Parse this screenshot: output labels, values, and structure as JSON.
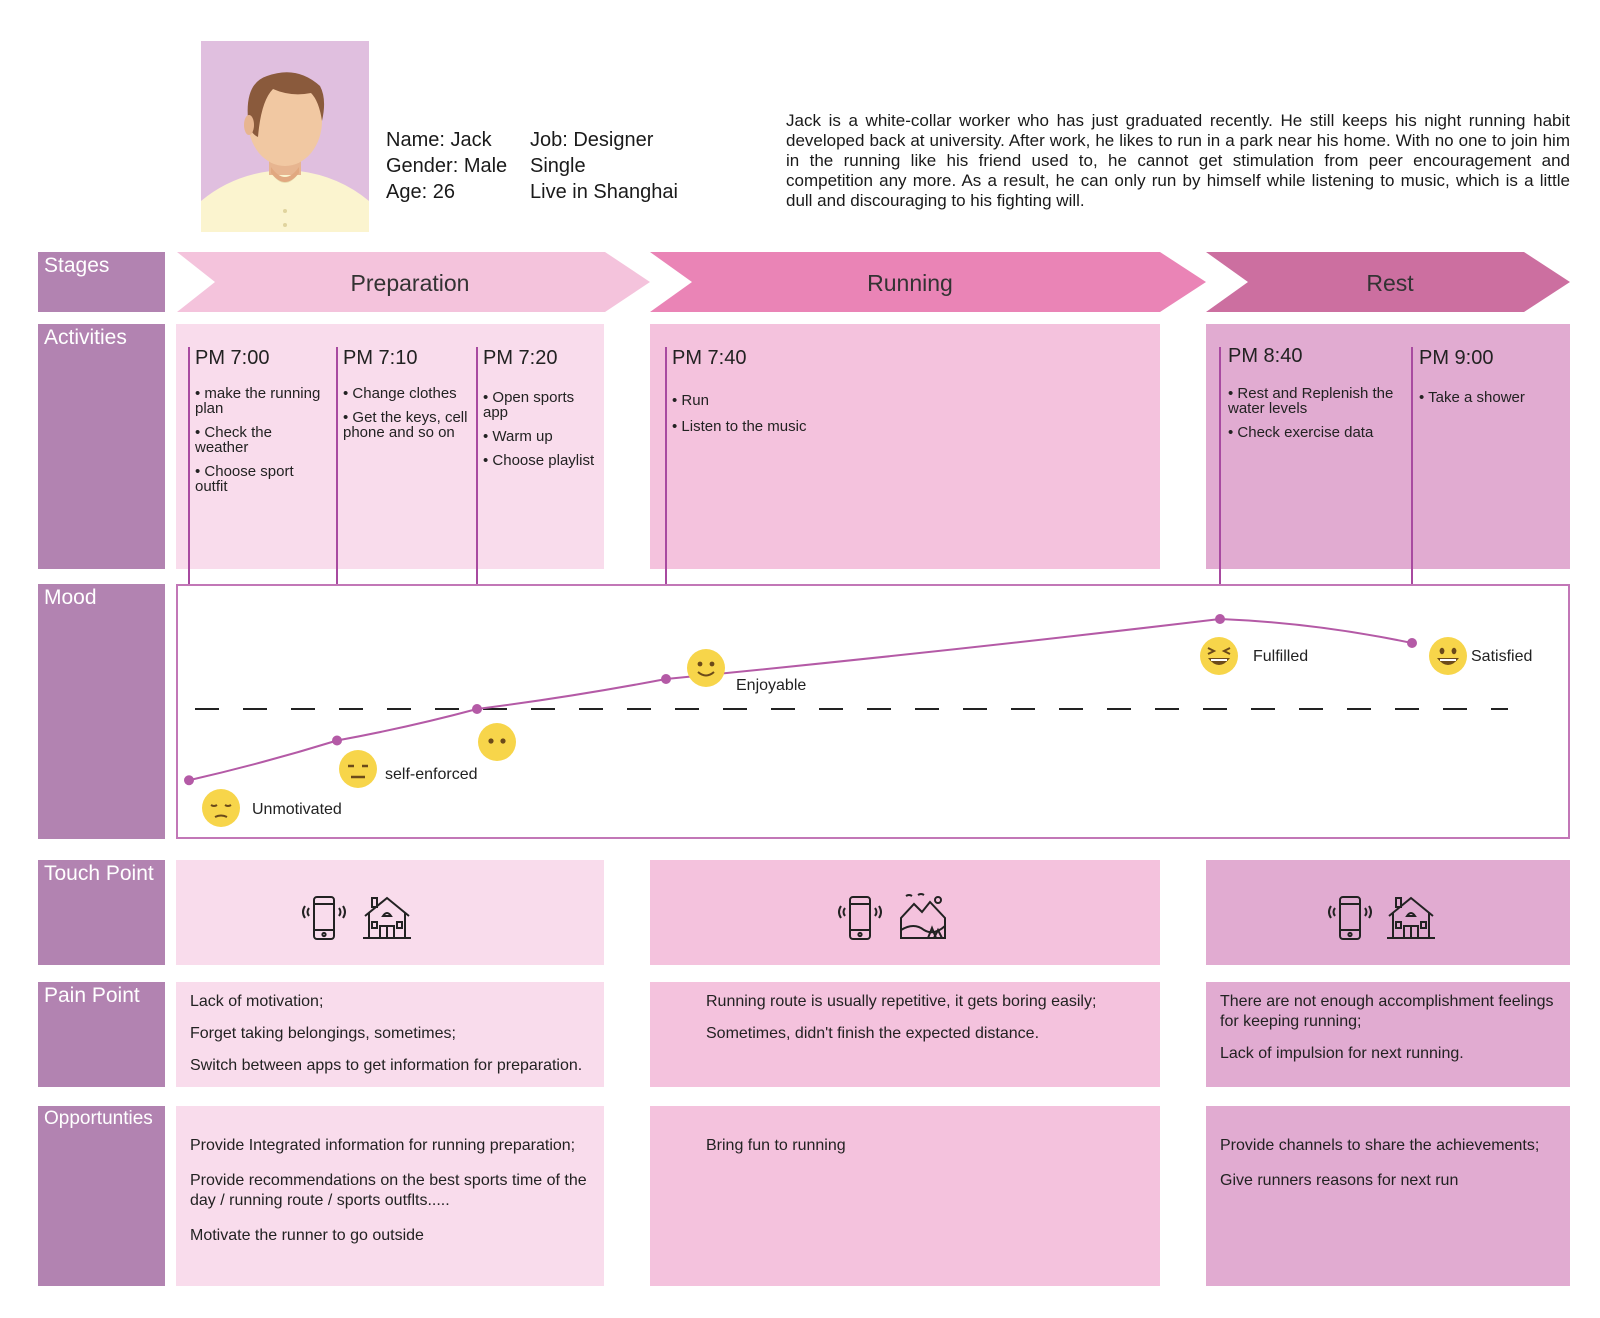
{
  "persona": {
    "name": "Name: Jack",
    "gender": "Gender: Male",
    "age": "Age: 26",
    "job": "Job: Designer",
    "status": "Single",
    "location": "Live in Shanghai",
    "bio": "Jack is a white-collar worker who has just graduated recently. He still keeps his night running habit developed back at university. After work, he likes to run in a park near his home. With no one to join him in the running like his friend used to, he cannot get stimulation from peer encouragement and competition any more. As a result, he can only run by himself while listening to music, which is a little dull and discouraging to his fighting will."
  },
  "rows": {
    "stages": "Stages",
    "activities": "Activities",
    "mood": "Mood",
    "touch_point": "Touch Point",
    "pain_point": "Pain Point",
    "opportunities": "Opportunties"
  },
  "stages": [
    "Preparation",
    "Running",
    "Rest"
  ],
  "activities": [
    {
      "time": "PM 7:00",
      "items": [
        "• make the running plan",
        "• Check the weather",
        "• Choose sport outfit"
      ]
    },
    {
      "time": "PM 7:10",
      "items": [
        "• Change clothes",
        "• Get the keys, cell phone and so on"
      ]
    },
    {
      "time": "PM 7:20",
      "items": [
        "• Open sports app",
        "• Warm up",
        "• Choose playlist"
      ]
    },
    {
      "time": "PM 7:40",
      "items": [
        "• Run",
        "• Listen to the music"
      ]
    },
    {
      "time": "PM 8:40",
      "items": [
        "• Rest and Replenish the water levels",
        "• Check exercise data"
      ]
    },
    {
      "time": "PM 9:00",
      "items": [
        "• Take a shower"
      ]
    }
  ],
  "mood": {
    "labels": [
      "Unmotivated",
      "self-enforced",
      "",
      "Enjoyable",
      "Fulfilled",
      "Satisfied"
    ],
    "level": [
      -0.95,
      -0.42,
      0.0,
      0.4,
      1.2,
      0.88
    ]
  },
  "touch_points": [
    [
      "smartphone-icon",
      "house-icon"
    ],
    [
      "smartphone-icon",
      "landscape-icon"
    ],
    [
      "smartphone-icon",
      "house-icon"
    ]
  ],
  "pain_points": [
    [
      "Lack of motivation;",
      "Forget taking belongings, sometimes;",
      "Switch between apps to get information for preparation."
    ],
    [
      "Running route is usually repetitive, it gets boring easily;",
      "Sometimes, didn't finish the expected distance."
    ],
    [
      "There are not enough accomplishment feelings for keeping running;",
      "Lack of impulsion for next running."
    ]
  ],
  "opportunities": [
    [
      "Provide Integrated information for running preparation;",
      "Provide recommendations on the best sports time of the day / running route / sports outflts.....",
      "Motivate the runner to go outside"
    ],
    [
      "Bring fun to running"
    ],
    [
      "Provide channels to share the achievements;",
      "Give runners reasons for next run"
    ]
  ],
  "colors": {
    "row_header": "#b283b1",
    "stage_prep": "#f4c3dc",
    "stage_run": "#ea84b6",
    "stage_rest": "#cc6fa0",
    "col_prep": "#f9dcec",
    "col_run": "#f4c2dd",
    "col_rest": "#e1abd1",
    "line": "#a84aa0",
    "emoji": "#f7d54a"
  }
}
